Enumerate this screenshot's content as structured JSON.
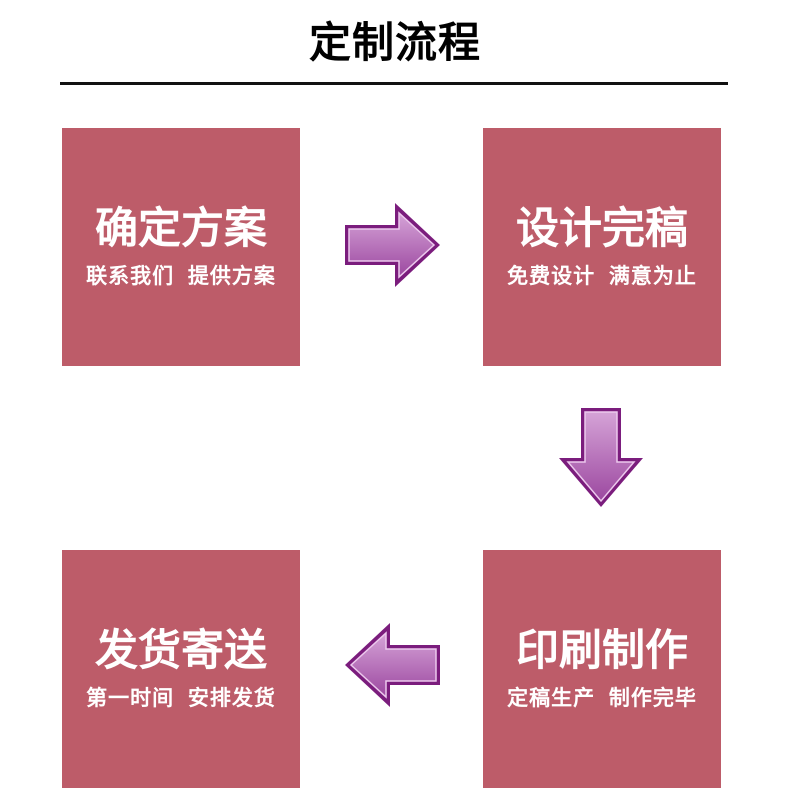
{
  "header": {
    "title": "定制流程"
  },
  "colors": {
    "box_background": "#bd5c69",
    "box_text": "#ffffff",
    "title_text": "#000000",
    "divider": "#111111",
    "arrow_body_top": "#d5a3d7",
    "arrow_body_bottom": "#9c48a0",
    "arrow_edge_dark": "#7b1d7d",
    "arrow_edge_light": "#ecc9ed"
  },
  "steps": [
    {
      "title": "确定方案",
      "subtitle": "联系我们  提供方案"
    },
    {
      "title": "设计完稿",
      "subtitle": "免费设计  满意为止"
    },
    {
      "title": "印刷制作",
      "subtitle": "定稿生产  制作完毕"
    },
    {
      "title": "发货寄送",
      "subtitle": "第一时间  安排发货"
    }
  ],
  "arrows": [
    {
      "direction": "right",
      "from": "确定方案",
      "to": "设计完稿"
    },
    {
      "direction": "down",
      "from": "设计完稿",
      "to": "印刷制作"
    },
    {
      "direction": "left",
      "from": "印刷制作",
      "to": "发货寄送"
    }
  ]
}
